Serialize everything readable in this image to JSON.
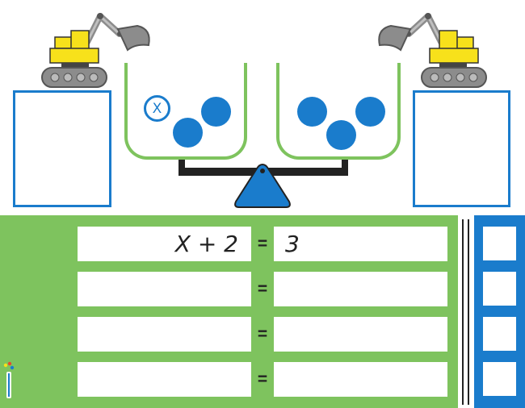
{
  "scene": {
    "left_pan": {
      "unknown_label": "X",
      "ball_count": 2
    },
    "right_pan": {
      "ball_count": 3
    }
  },
  "equations": {
    "equals_sign": "=",
    "rows": [
      {
        "left": "X + 2",
        "right": "3"
      },
      {
        "left": "",
        "right": ""
      },
      {
        "left": "",
        "right": ""
      },
      {
        "left": "",
        "right": ""
      }
    ]
  },
  "icons": [
    "excavator-icon",
    "x-ball-icon",
    "ball-icon",
    "balance-fulcrum-icon",
    "brand-logo-icon"
  ],
  "colors": {
    "blue": "#1a7ccc",
    "green": "#7ec35e",
    "yellow": "#f7e11b",
    "gray": "#8c8c8c",
    "dark": "#222222"
  }
}
